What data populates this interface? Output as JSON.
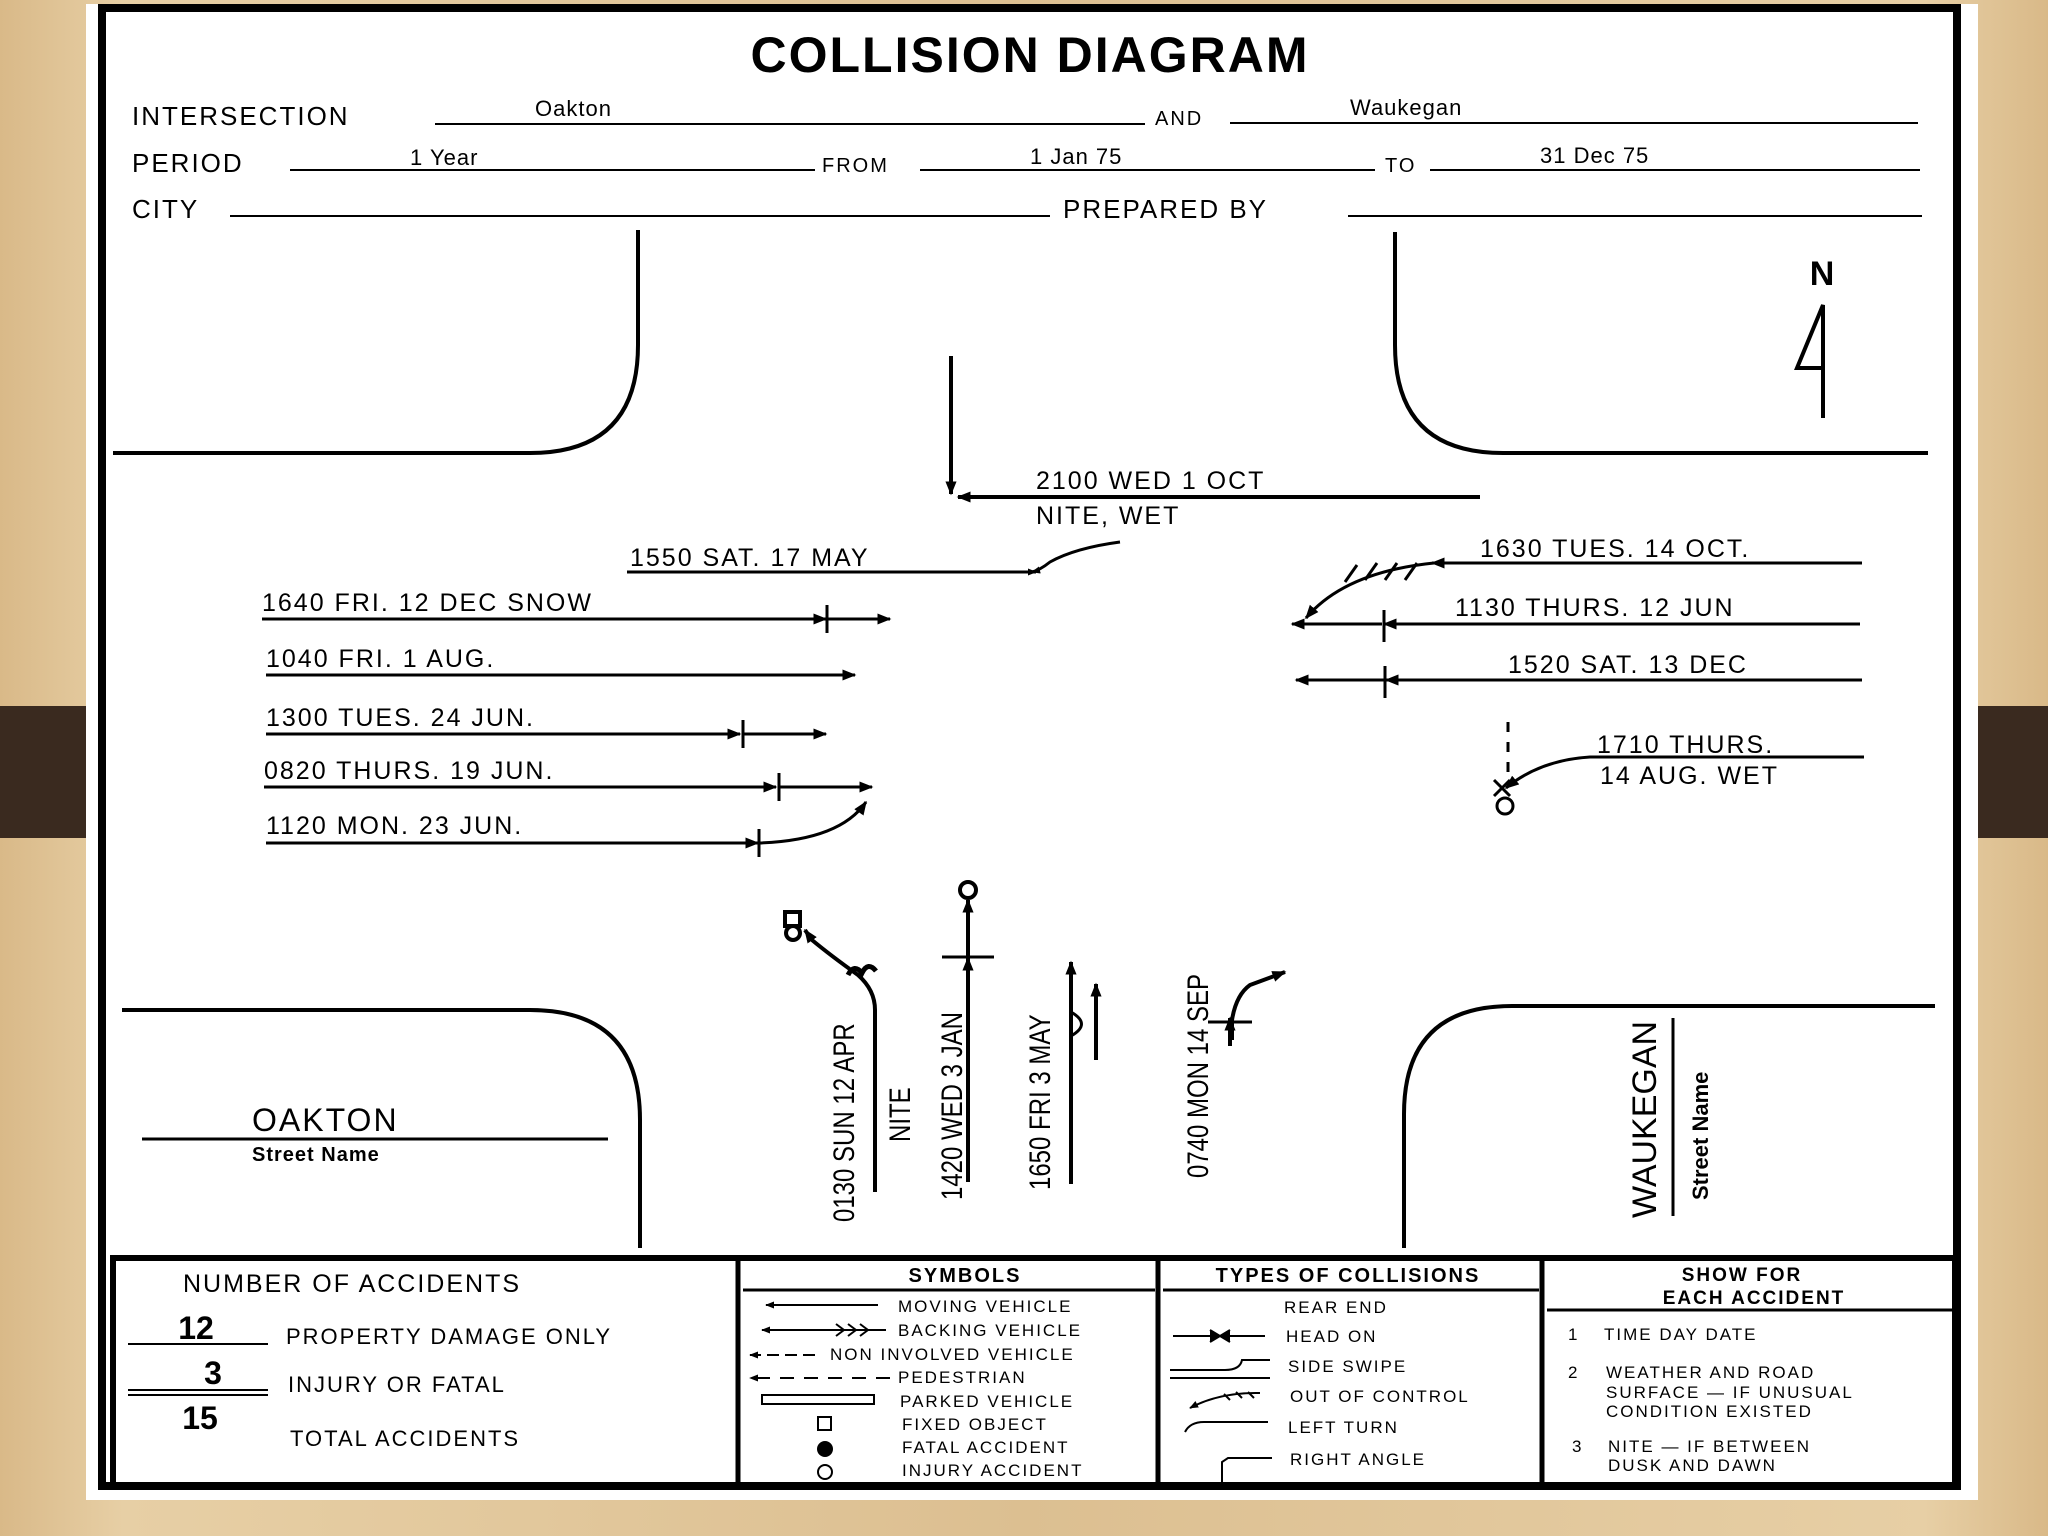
{
  "title": "COLLISION DIAGRAM",
  "header": {
    "intersection_label": "INTERSECTION",
    "intersection_street1": "Oakton",
    "and_label": "AND",
    "intersection_street2": "Waukegan",
    "period_label": "PERIOD",
    "period_value": "1 Year",
    "from_label": "FROM",
    "from_value": "1 Jan 75",
    "to_label": "TO",
    "to_value": "31 Dec 75",
    "city_label": "CITY",
    "prepared_label": "PREPARED BY"
  },
  "north_label": "N",
  "streets": {
    "oakton_name": "OAKTON",
    "oakton_caption": "Street Name",
    "waukegan_name": "WAUKEGAN",
    "waukegan_caption": "Street Name"
  },
  "accidents": {
    "a1_line1": "2100  WED  1  OCT",
    "a1_line2": "NITE, WET",
    "a2": "1550  SAT.  17  MAY",
    "a3": "1640  FRI.  12  DEC   SNOW",
    "a4": "1040  FRI.  1  AUG.",
    "a5": "1300  TUES.  24  JUN.",
    "a6": "0820  THURS.   19  JUN.",
    "a7": "1120  MON.  23  JUN.",
    "a8": "1630  TUES.  14  OCT.",
    "a9": "1130  THURS.  12  JUN",
    "a10": "1520  SAT.   13  DEC",
    "a11_line1": "1710  THURS.",
    "a11_line2": "14  AUG.  WET",
    "v1": "0130 SUN 12 APR",
    "v1b": "NITE",
    "v2": "1420 WED 3 JAN",
    "v3": "1650 FRI 3 MAY",
    "v4": "0740 MON 14 SEP"
  },
  "summary": {
    "title": "NUMBER OF ACCIDENTS",
    "property_count": "12",
    "property_label": "PROPERTY DAMAGE ONLY",
    "injury_count": "3",
    "injury_label": "INJURY OR FATAL",
    "total_count": "15",
    "total_label": "TOTAL ACCIDENTS"
  },
  "symbols": {
    "title": "SYMBOLS",
    "items": [
      "MOVING VEHICLE",
      "BACKING VEHICLE",
      "NON INVOLVED VEHICLE",
      "PEDESTRIAN",
      "PARKED VEHICLE",
      "FIXED OBJECT",
      "FATAL ACCIDENT",
      "INJURY ACCIDENT"
    ]
  },
  "collision_types": {
    "title": "TYPES OF COLLISIONS",
    "items": [
      "REAR END",
      "HEAD ON",
      "SIDE SWIPE",
      "OUT OF CONTROL",
      "LEFT TURN",
      "RIGHT ANGLE"
    ]
  },
  "show_for": {
    "title_line1": "SHOW  FOR",
    "title_line2": "EACH ACCIDENT",
    "n1": "1",
    "item1": "TIME  DAY  DATE",
    "n2": "2",
    "item2_line1": "WEATHER AND ROAD",
    "item2_line2": "SURFACE  —  IF UNUSUAL",
    "item2_line3": "CONDITION EXISTED",
    "n3": "3",
    "item3_line1": "NITE  —  IF BETWEEN",
    "item3_line2": "DUSK AND DAWN"
  },
  "colors": {
    "ink": "#000000",
    "paper": "#ffffff",
    "background": "#dcbf91",
    "band": "#3a2a1f"
  }
}
